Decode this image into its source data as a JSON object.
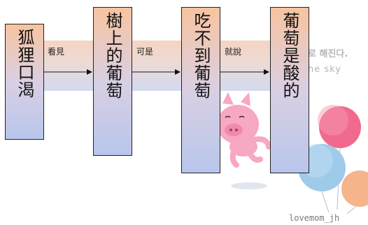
{
  "diagram": {
    "nodes": [
      {
        "id": "n1",
        "label": "狐狸口渴"
      },
      {
        "id": "n2",
        "label": "樹上的葡萄"
      },
      {
        "id": "n3",
        "label": "吃不到葡萄"
      },
      {
        "id": "n4",
        "label": "葡萄是酸的"
      }
    ],
    "edges": [
      {
        "from": "n1",
        "to": "n2",
        "label": "看見"
      },
      {
        "from": "n2",
        "to": "n3",
        "label": "可是"
      },
      {
        "from": "n3",
        "to": "n4",
        "label": "就說"
      }
    ]
  },
  "background_art": {
    "watermark": "lovemom_jh",
    "faint_text_top": "로 해진다.",
    "faint_text_sky": "he sky"
  },
  "colors": {
    "box_top": "#f8c4a0",
    "box_bottom": "#b8c6ec",
    "pig": "#f7a8c2",
    "balloon_pink": "#f06a8e",
    "balloon_blue": "#9fcbea",
    "balloon_orange": "#f5b48c"
  }
}
